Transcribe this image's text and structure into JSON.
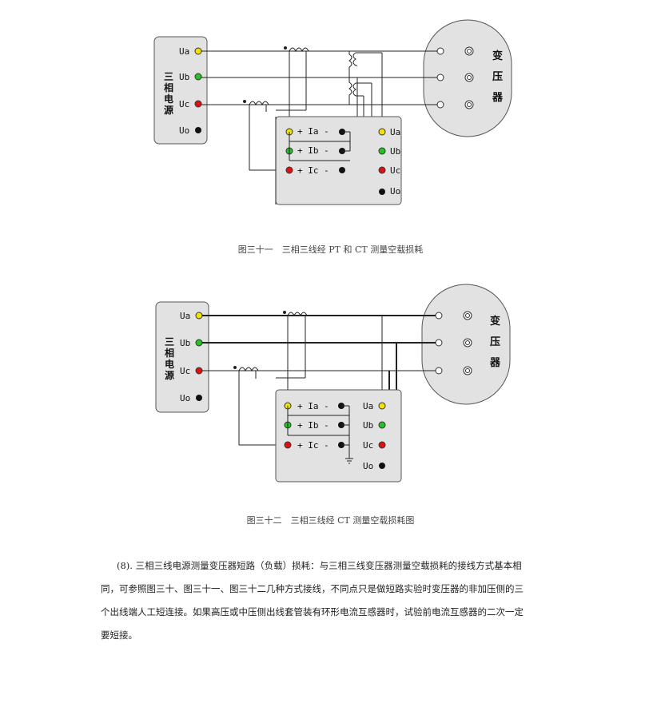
{
  "figure1": {
    "source_label_chars": [
      "三",
      "相",
      "电",
      "源"
    ],
    "terminals": [
      "Ua",
      "Ub",
      "Uc",
      "Uo"
    ],
    "transformer_label_chars": [
      "变",
      "压",
      "器"
    ],
    "current_channels": [
      "+ Ia -",
      "+ Ib -",
      "+ Ic -"
    ],
    "voltage_channels": [
      "Ua",
      "Ub",
      "Uc",
      "Uo"
    ],
    "caption": "图三十一　三相三线经 PT 和 CT 测量空载损耗"
  },
  "figure2": {
    "source_label_chars": [
      "三",
      "相",
      "电",
      "源"
    ],
    "terminals": [
      "Ua",
      "Ub",
      "Uc",
      "Uo"
    ],
    "transformer_label_chars": [
      "变",
      "压",
      "器"
    ],
    "current_channels": [
      "+ Ia -",
      "+ Ib -",
      "+ Ic -"
    ],
    "voltage_channels": [
      "Ua",
      "Ub",
      "Uc",
      "Uo"
    ],
    "caption": "图三十二　三相三线经 CT 测量空载损耗图"
  },
  "paragraph": {
    "lines": [
      "(8). 三相三线电源测量变压器短路（负载）损耗：与三相三线变压器测量空载损耗的接线方式基本相",
      "同，可参照图三十、图三十一、图三十二几种方式接线，不同点只是做短路实验时变压器的非加压侧的三",
      "个出线端人工短连接。如果高压或中压侧出线套管装有环形电流互感器时，试验前电流互感器的二次一定",
      "要短接。"
    ]
  },
  "colors": {
    "yellow": "#f2e200",
    "green": "#22c422",
    "red": "#e01010",
    "black": "#111111",
    "panel": "#e2e2e2"
  }
}
